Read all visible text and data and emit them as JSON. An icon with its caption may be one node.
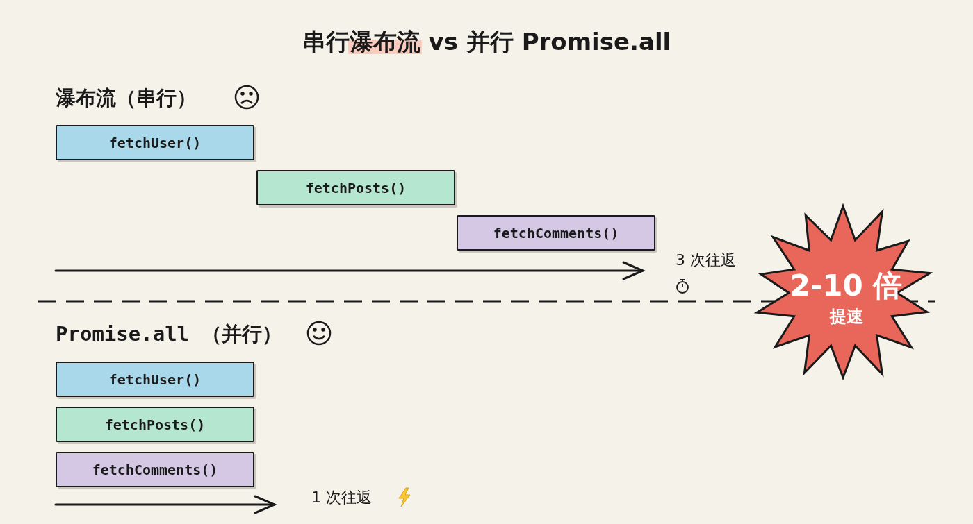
{
  "diagram": {
    "title": "串行瀑布流 vs 并行 Promise.all",
    "nodes": [
      {
        "text": [
          "fetchUser()"
        ]
      },
      {
        "text": [
          "fetchPosts()"
        ]
      },
      {
        "text": [
          "fetchComments()"
        ]
      },
      {
        "text": [
          "fetchUser()"
        ]
      },
      {
        "text": [
          "fetchPosts()"
        ]
      },
      {
        "text": [
          "fetchComments()"
        ]
      },
      {
        "text": [
          "2-10 倍",
          "提速"
        ]
      }
    ],
    "labels": [
      "瀑布流（串行）",
      "3 次往返",
      "Promise.all （并行）",
      "1 次往返"
    ]
  }
}
